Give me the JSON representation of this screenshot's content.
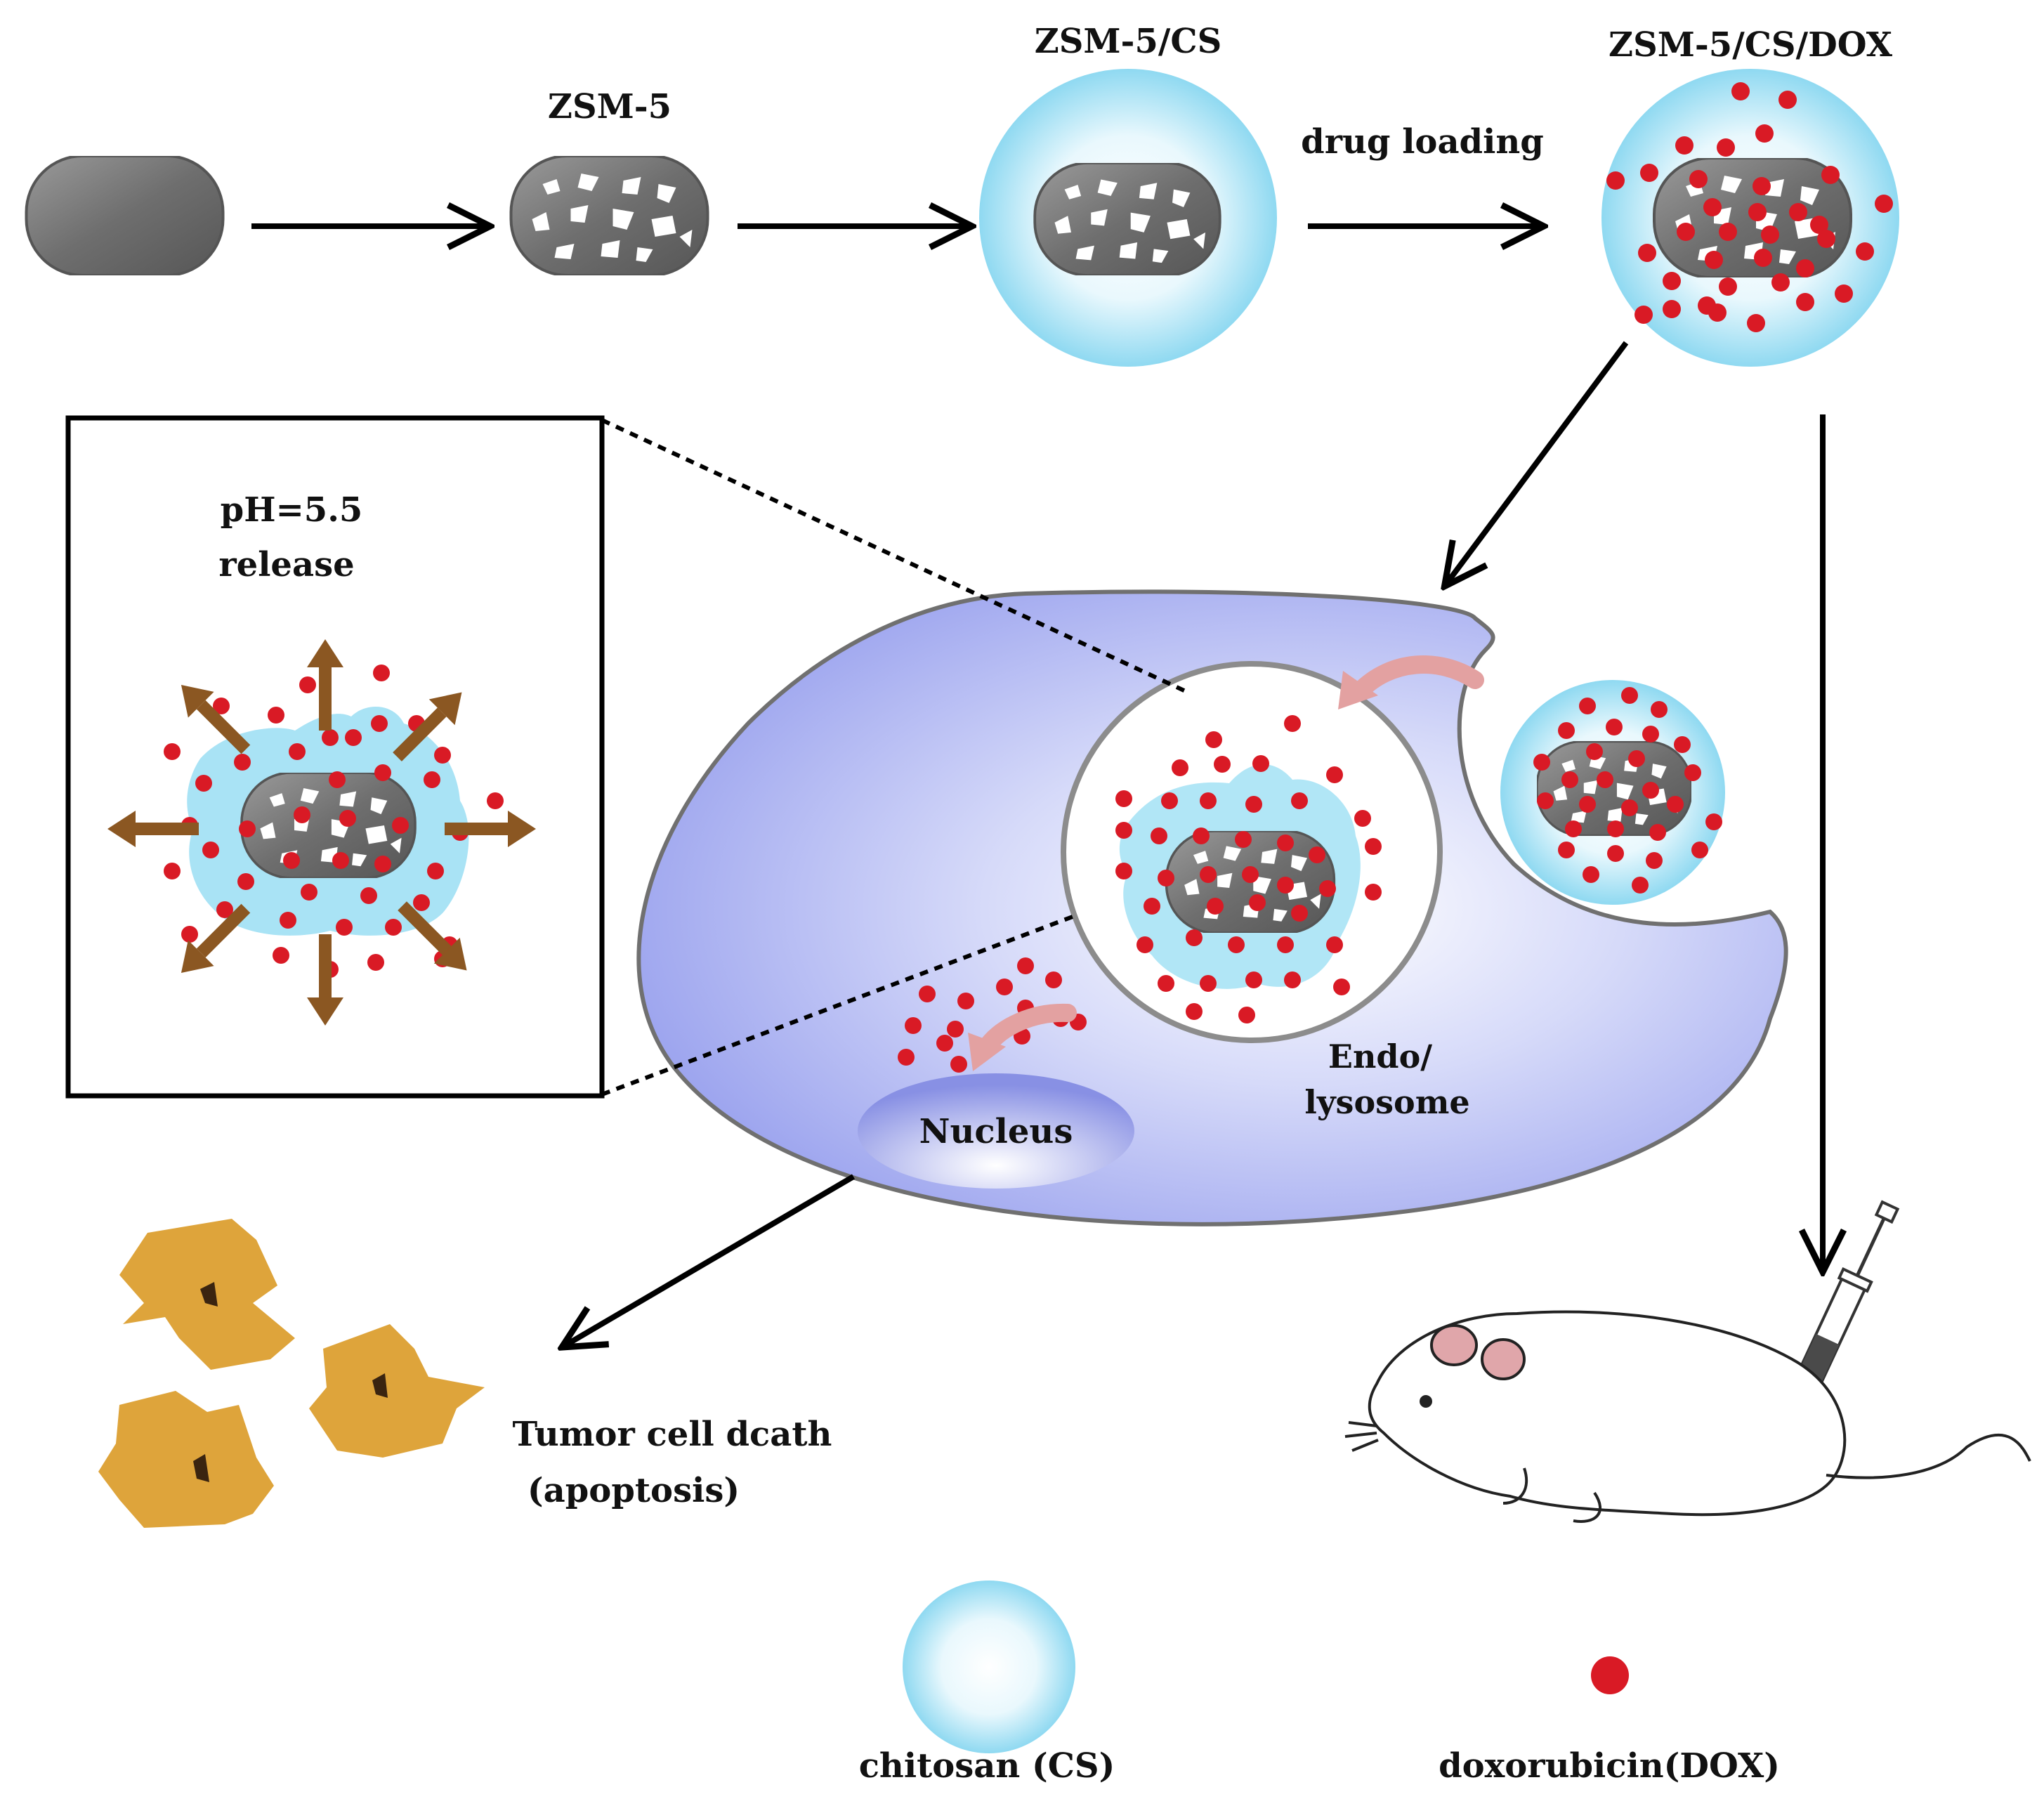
{
  "labels": {
    "zsm5": "ZSM-5",
    "zsm5_cs": "ZSM-5/CS",
    "zsm5_cs_dox": "ZSM-5/CS/DOX",
    "drug_loading": "drug loading",
    "ph": "pH=5.5",
    "release": "release",
    "endo": "Endo/",
    "lysosome": "lysosome",
    "nucleus": "Nucleus",
    "tumor_death": "Tumor cell dcath",
    "apoptosis": "(apoptosis)",
    "legend_chitosan": "chitosan (CS)",
    "legend_dox": "doxorubicin(DOX)"
  },
  "colors": {
    "chitosan": "#a9e3f5",
    "dox": "#d91a25",
    "cell": "#a9b1f2",
    "nucleus": "#8a90e6",
    "zeolite": "#7c7c7c",
    "release_arrow": "#8b5722",
    "dead_cell": "#dea43b",
    "internalize_arrow": "#e3a1a1"
  },
  "icons": [
    "syringe-icon",
    "mouse-icon",
    "curved-arrow-icon"
  ]
}
